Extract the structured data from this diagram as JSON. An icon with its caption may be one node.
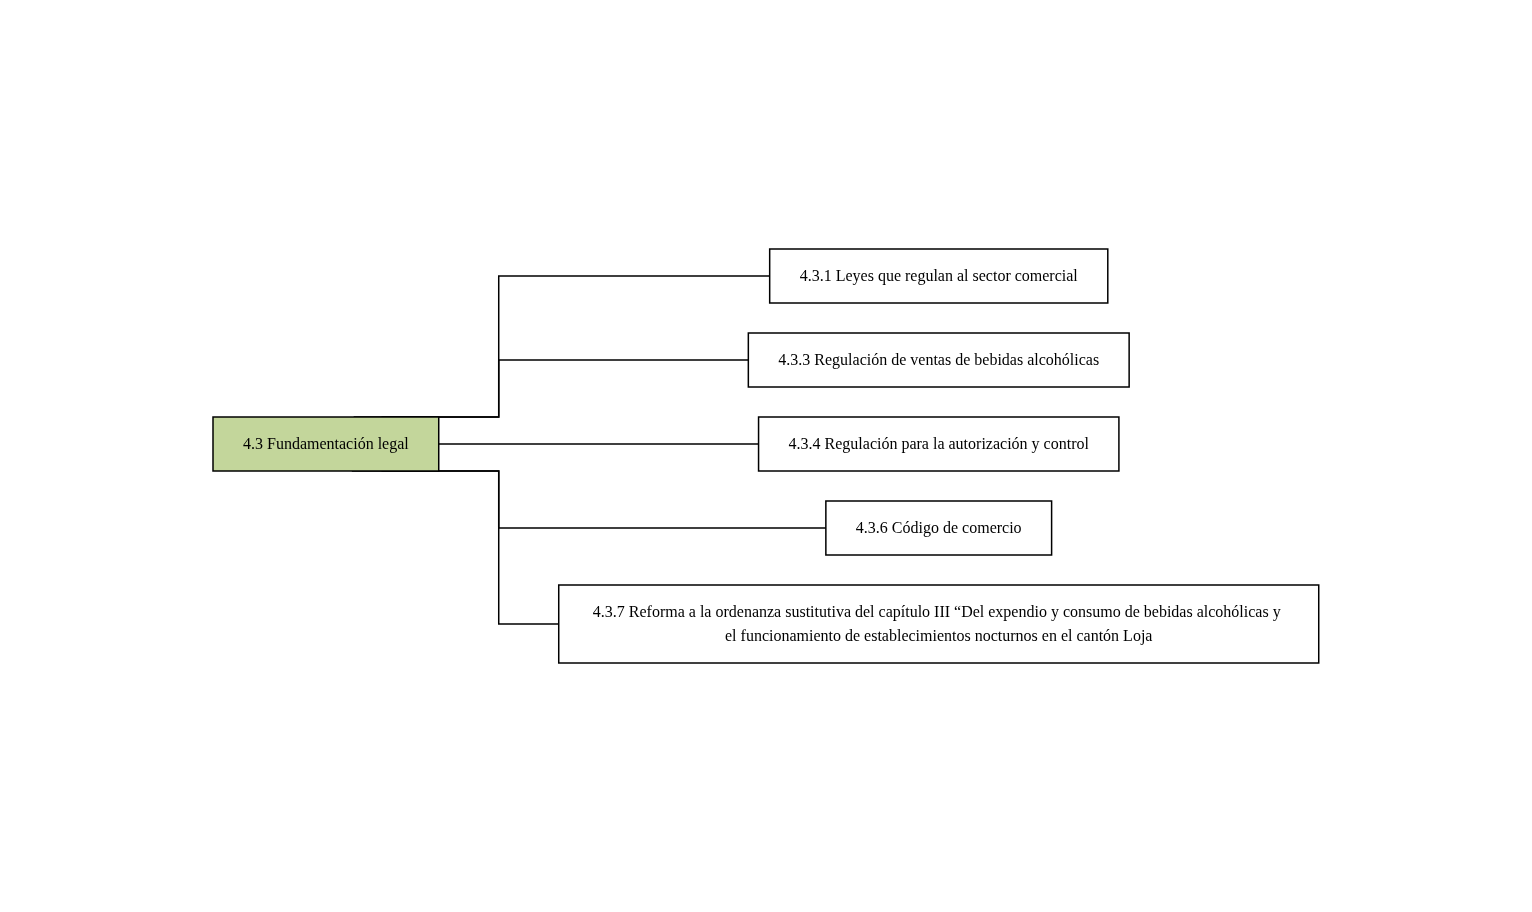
{
  "diagram": {
    "nodes": [
      {
        "text": [
          "4.3 Fundamentación legal"
        ]
      },
      {
        "text": [
          "4.3.1 Leyes que regulan al sector comercial"
        ]
      },
      {
        "text": [
          "4.3.3 Regulación de ventas de bebidas alcohólicas"
        ]
      },
      {
        "text": [
          "4.3.4 Regulación para la autorización y control"
        ]
      },
      {
        "text": [
          "4.3.6 Código de comercio"
        ]
      },
      {
        "text": [
          "4.3.7 Reforma a la ordenanza sustitutiva del capítulo III “Del expendio y consumo de bebidas alcohólicas y el funcionamiento de establecimientos nocturnos en el cantón Loja"
        ]
      }
    ],
    "edges": [
      {
        "from": 0,
        "to": 1,
        "arrow": "none"
      },
      {
        "from": 0,
        "to": 2,
        "arrow": "none"
      },
      {
        "from": 0,
        "to": 3,
        "arrow": "none"
      },
      {
        "from": 0,
        "to": 4,
        "arrow": "none"
      },
      {
        "from": 0,
        "to": 5,
        "arrow": "none"
      }
    ]
  }
}
